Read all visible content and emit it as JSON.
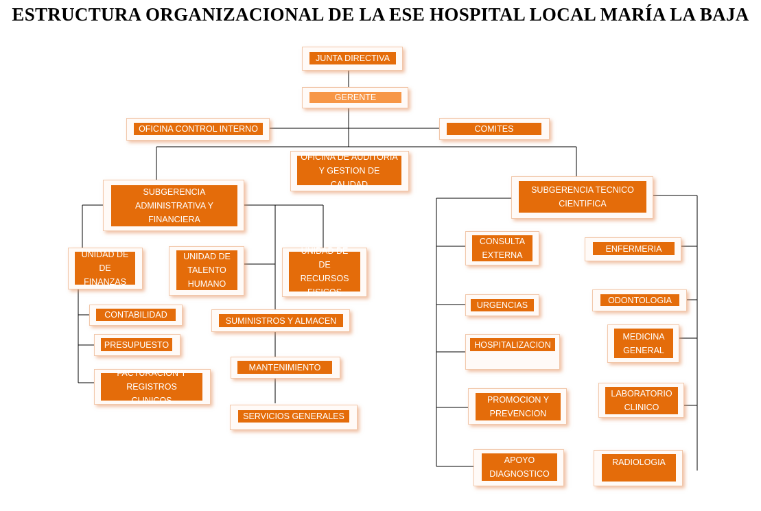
{
  "title": "ESTRUCTURA ORGANIZACIONAL DE LA ESE HOSPITAL LOCAL MARÍA LA BAJA",
  "colors": {
    "unit_fill": "#e46c0a",
    "highlight_fill": "#f79646",
    "frame_fill": "#fffaf7",
    "connector": "#000000"
  },
  "units": {
    "junta_directiva": "JUNTA DIRECTIVA",
    "gerente": "GERENTE",
    "oficina_control_interno": "OFICINA CONTROL INTERNO",
    "comites": "COMITES",
    "oficina_auditoria": "OFICINA DE AUDITORIA Y GESTION DE CALIDAD",
    "subgerencia_administrativa": "SUBGERENCIA ADMINISTRATIVA Y FINANCIERA",
    "subgerencia_tecnico": "SUBGERENCIA TECNICO CIENTIFICA",
    "unidad_finanzas": "UNIDAD DE DE FINANZAS",
    "unidad_talento": "UNIDAD DE TALENTO HUMANO",
    "unidad_recursos": "UNIDAD DE DE RECURSOS FISICOS",
    "contabilidad": "CONTABILIDAD",
    "presupuesto": "PRESUPUESTO",
    "facturacion": "FACTURACION Y REGISTROS CLINICOS",
    "suministros": "SUMINISTROS Y ALMACEN",
    "mantenimiento": "MANTENIMIENTO",
    "servicios_generales": "SERVICIOS GENERALES",
    "consulta_externa": "CONSULTA EXTERNA",
    "urgencias": "URGENCIAS",
    "hospitalizacion": "HOSPITALIZACION",
    "promocion": "PROMOCION Y PREVENCION",
    "apoyo": "APOYO DIAGNOSTICO",
    "enfermeria": "ENFERMERIA",
    "odontologia": "ODONTOLOGIA",
    "medicina_general": "MEDICINA GENERAL",
    "laboratorio": "LABORATORIO CLINICO",
    "radiologia": "RADIOLOGIA"
  }
}
